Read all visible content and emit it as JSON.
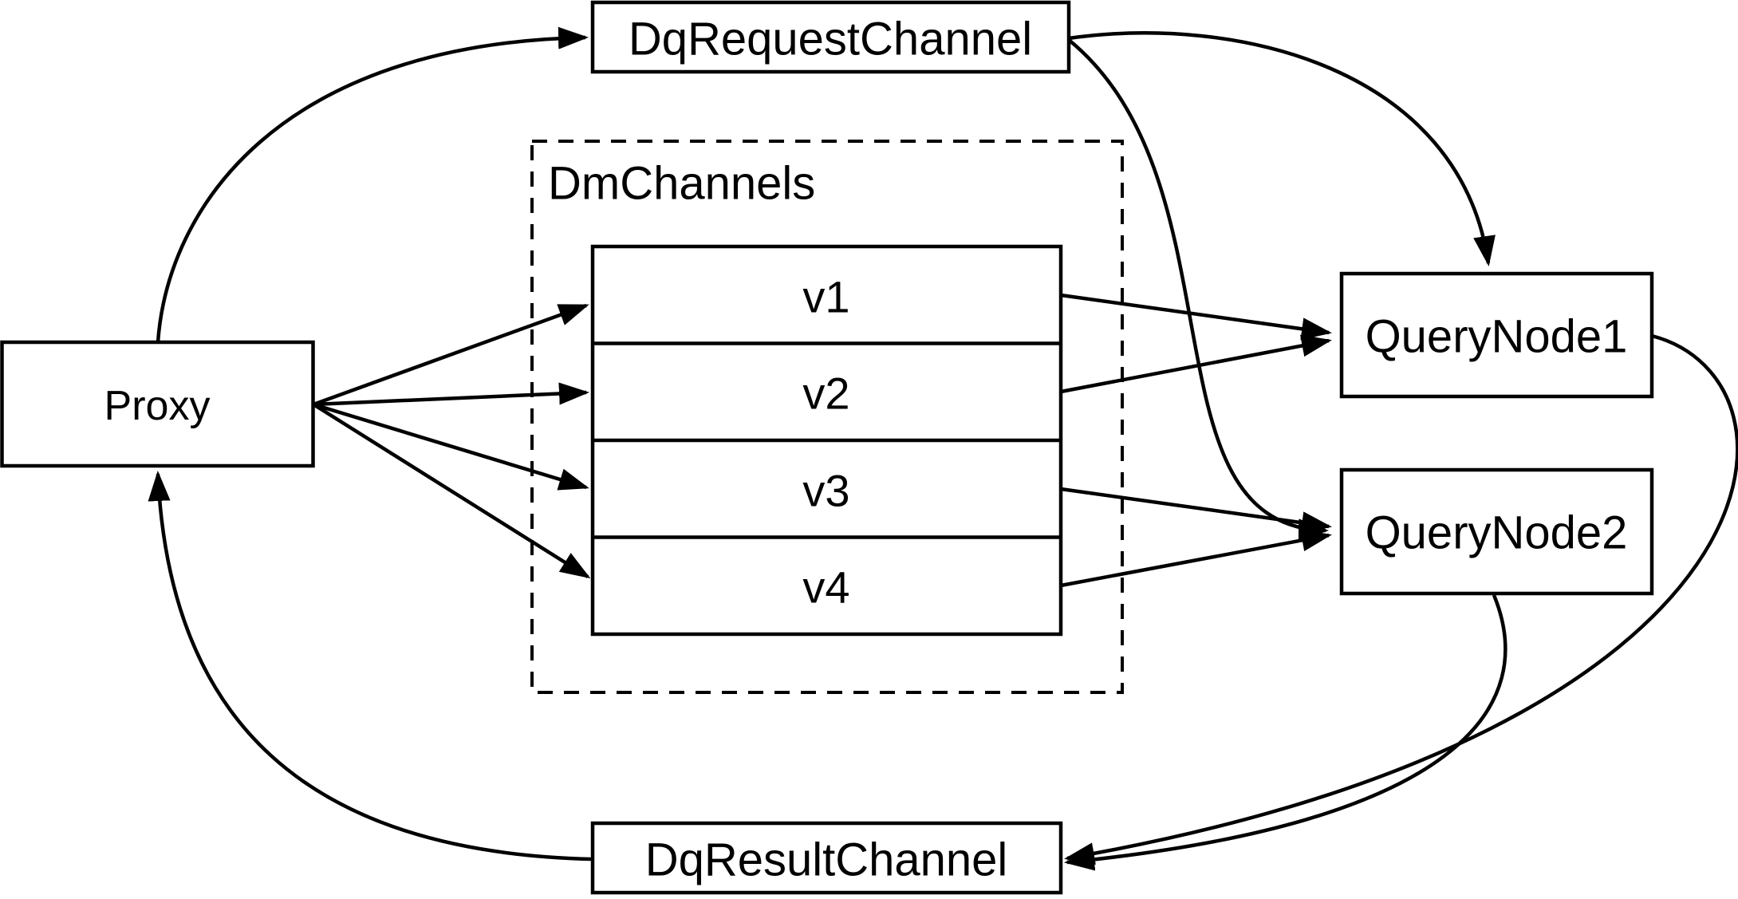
{
  "diagram": {
    "background": "#ffffff",
    "stroke_color": "#000000",
    "node_fill": "#ffffff",
    "nodes": {
      "proxy": {
        "label": "Proxy"
      },
      "dq_request_channel": {
        "label": "DqRequestChannel"
      },
      "dm_channels_group": {
        "label": "DmChannels"
      },
      "channels": [
        {
          "label": "v1"
        },
        {
          "label": "v2"
        },
        {
          "label": "v3"
        },
        {
          "label": "v4"
        }
      ],
      "query_node_1": {
        "label": "QueryNode1"
      },
      "query_node_2": {
        "label": "QueryNode2"
      },
      "dq_result_channel": {
        "label": "DqResultChannel"
      }
    },
    "edges": [
      {
        "from": "Proxy",
        "to": "DqRequestChannel"
      },
      {
        "from": "Proxy",
        "to": "v1"
      },
      {
        "from": "Proxy",
        "to": "v2"
      },
      {
        "from": "Proxy",
        "to": "v3"
      },
      {
        "from": "Proxy",
        "to": "v4"
      },
      {
        "from": "v1",
        "to": "QueryNode1"
      },
      {
        "from": "v2",
        "to": "QueryNode1"
      },
      {
        "from": "v3",
        "to": "QueryNode2"
      },
      {
        "from": "v4",
        "to": "QueryNode2"
      },
      {
        "from": "DqRequestChannel",
        "to": "QueryNode1"
      },
      {
        "from": "DqRequestChannel",
        "to": "QueryNode2"
      },
      {
        "from": "QueryNode1",
        "to": "DqResultChannel"
      },
      {
        "from": "QueryNode2",
        "to": "DqResultChannel"
      },
      {
        "from": "DqResultChannel",
        "to": "Proxy"
      }
    ]
  }
}
